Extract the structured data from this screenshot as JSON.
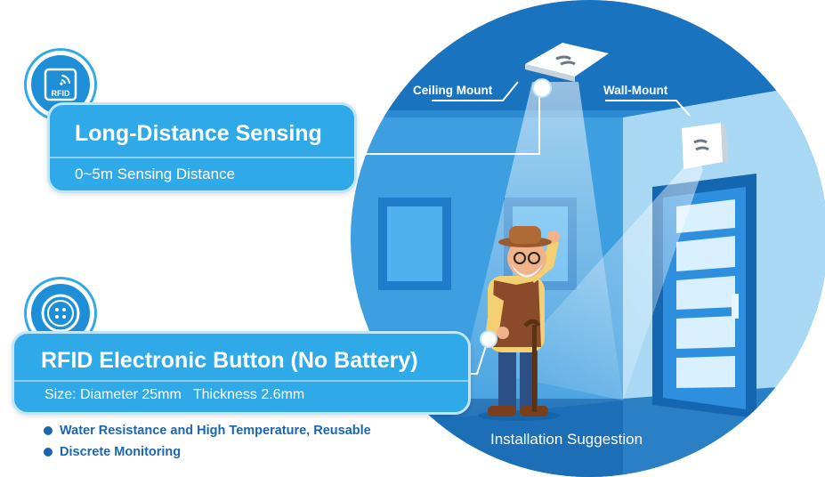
{
  "long_distance": {
    "title": "Long-Distance Sensing",
    "subtitle": "0~5m Sensing Distance",
    "badge_text": "RFID"
  },
  "button_card": {
    "title": "RFID Electronic Button (No Battery)",
    "spec": "Size: Diameter 25mm   Thickness 2.6mm"
  },
  "features": [
    "Water Resistance and High Temperature, Reusable",
    "Discrete Monitoring"
  ],
  "scene": {
    "ceiling_label": "Ceiling Mount",
    "wall_label": "Wall-Mount",
    "caption": "Installation Suggestion"
  },
  "colors": {
    "accent": "#2fa9e8",
    "dark_blue": "#1a66b0",
    "wall": "#3d9ee0"
  }
}
